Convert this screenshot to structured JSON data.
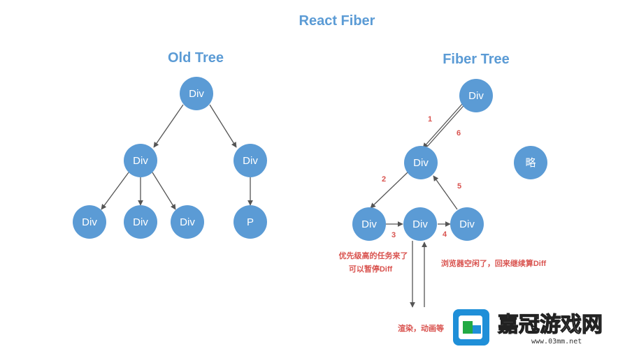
{
  "title": "React Fiber",
  "old_tree": {
    "title": "Old Tree",
    "nodes": [
      "Div",
      "Div",
      "Div",
      "Div",
      "Div",
      "Div",
      "P"
    ]
  },
  "fiber_tree": {
    "title": "Fiber Tree",
    "nodes": [
      "Div",
      "Div",
      "Div",
      "Div",
      "Div"
    ],
    "omitted": "略",
    "steps": [
      "1",
      "2",
      "3",
      "4",
      "5",
      "6"
    ],
    "notes": {
      "interrupt_line1": "优先级高的任务来了",
      "interrupt_line2": "可以暂停Diff",
      "resume": "浏览器空闲了，回来继续算Diff",
      "render": "渲染，动画等"
    }
  },
  "watermark": {
    "text": "嘉冠游戏网",
    "url": "www.03mm.net"
  },
  "colors": {
    "node": "#5b9bd5",
    "title": "#5b9bd5",
    "note": "#d9534f",
    "edge": "#555555"
  }
}
